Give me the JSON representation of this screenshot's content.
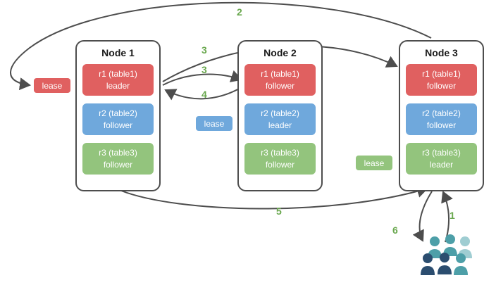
{
  "nodes": [
    {
      "title": "Node 1",
      "replicas": [
        {
          "name": "r1 (table1)",
          "role": "leader",
          "color": "#e06060"
        },
        {
          "name": "r2 (table2)",
          "role": "follower",
          "color": "#6fa8dc"
        },
        {
          "name": "r3 (table3)",
          "role": "follower",
          "color": "#93c47d"
        }
      ]
    },
    {
      "title": "Node 2",
      "replicas": [
        {
          "name": "r1 (table1)",
          "role": "follower",
          "color": "#e06060"
        },
        {
          "name": "r2 (table2)",
          "role": "leader",
          "color": "#6fa8dc"
        },
        {
          "name": "r3 (table3)",
          "role": "follower",
          "color": "#93c47d"
        }
      ]
    },
    {
      "title": "Node 3",
      "replicas": [
        {
          "name": "r1 (table1)",
          "role": "follower",
          "color": "#e06060"
        },
        {
          "name": "r2 (table2)",
          "role": "follower",
          "color": "#6fa8dc"
        },
        {
          "name": "r3 (table3)",
          "role": "leader",
          "color": "#93c47d"
        }
      ]
    }
  ],
  "leases": [
    {
      "label": "lease",
      "color": "#e06060",
      "attached_to": "node1-r1-leader"
    },
    {
      "label": "lease",
      "color": "#6fa8dc",
      "attached_to": "node2-r2-leader"
    },
    {
      "label": "lease",
      "color": "#93c47d",
      "attached_to": "node3-r3-leader"
    }
  ],
  "steps": {
    "step1": "1",
    "step2": "2",
    "step3a": "3",
    "step3b": "3",
    "step4": "4",
    "step5": "5",
    "step6": "6"
  },
  "colors": {
    "red": "#e06060",
    "blue": "#6fa8dc",
    "green": "#93c47d",
    "step_label": "#6aa84f",
    "arrow": "#4d4d4d",
    "node_border": "#4d4d4d",
    "users_teal": "#4d9fa8",
    "users_light_teal": "#9fcdd2",
    "users_dark_blue": "#2b4d6f"
  }
}
